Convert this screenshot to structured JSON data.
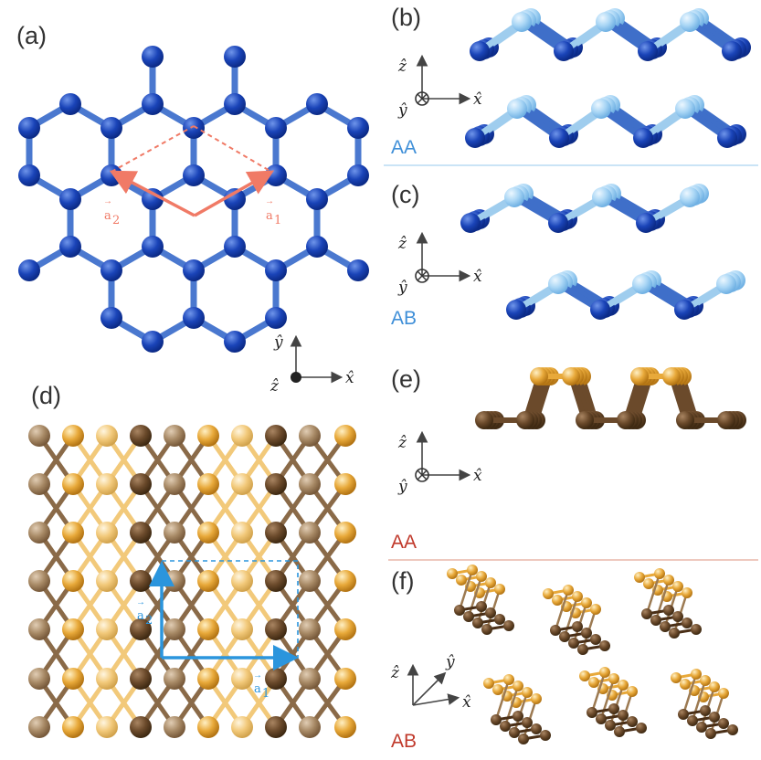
{
  "panels": [
    {
      "id": "a",
      "label": "(a)"
    },
    {
      "id": "b",
      "label": "(b)",
      "stacking": "AA"
    },
    {
      "id": "c",
      "label": "(c)",
      "stacking": "AB"
    },
    {
      "id": "d",
      "label": "(d)"
    },
    {
      "id": "e",
      "label": "(e)",
      "stacking": "AA"
    },
    {
      "id": "f",
      "label": "(f)",
      "stacking": "AB"
    }
  ],
  "axes": {
    "x": "x̂",
    "y": "ŷ",
    "z": "ẑ"
  },
  "lattice_vectors": {
    "a1": "a",
    "a1_sub": "1",
    "a2": "a",
    "a2_sub": "2"
  },
  "colors": {
    "blue_dark": "#1a44b8",
    "blue_light": "#a9d6f5",
    "bond_blue_dark": "#3f6fc9",
    "bond_blue_light": "#9fcdee",
    "vector_red": "#f07a66",
    "gold": "#e8a93a",
    "gold_light": "#f2c97a",
    "brown_dark": "#6b4a2b",
    "brown_light": "#a88a66",
    "vector_blue": "#2b95dd",
    "stack_blue": "#3f8fd8",
    "stack_red": "#c0392b",
    "divider_blue": "#b9dcf3",
    "divider_red": "#e8b7aa"
  }
}
